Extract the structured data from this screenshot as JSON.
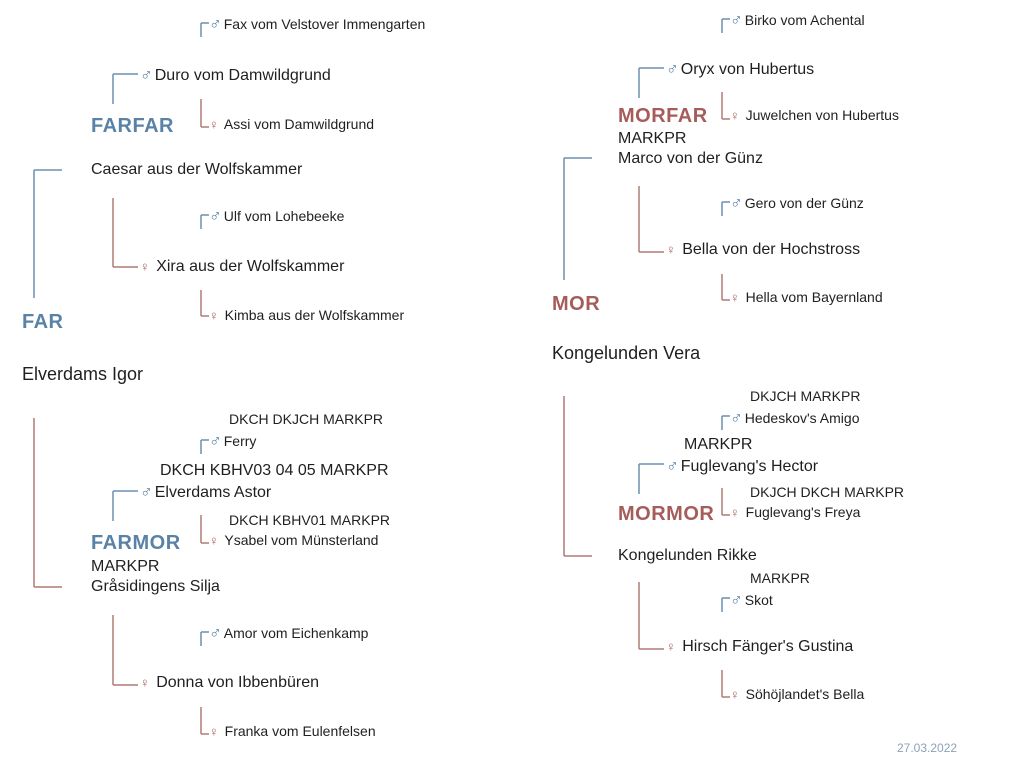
{
  "labels": {
    "far": "FAR",
    "farfar": "FARFAR",
    "farmor": "FARMOR",
    "mor": "MOR",
    "morfar": "MORFAR",
    "mormor": "MORMOR"
  },
  "symbols": {
    "male": "♂",
    "female": "♀"
  },
  "colors": {
    "sire_line": "#6c8fb0",
    "dam_line": "#b07a76",
    "sire_label": "#5a82a6",
    "dam_label": "#a65d5a"
  },
  "far_side": {
    "dog": {
      "name": "Elverdams Igor"
    },
    "far": {
      "name": "Caesar aus der Wolfskammer"
    },
    "farfar": {
      "name": "Duro vom Damwildgrund"
    },
    "farfar_far": {
      "name": "Fax vom Velstover Immengarten"
    },
    "farfar_mor": {
      "name": "Assi vom Damwildgrund"
    },
    "farmor_of_far": {
      "name": "Xira aus der Wolfskammer"
    },
    "xira_far": {
      "name": "Ulf vom Lohebeeke"
    },
    "xira_mor": {
      "name": "Kimba aus der Wolfskammer"
    },
    "farmor": {
      "titles": "MARKPR",
      "name": "Gråsidingens Silja"
    },
    "astor": {
      "titles": "DKCH KBHV03 04 05 MARKPR",
      "name": "Elverdams Astor"
    },
    "ferry": {
      "titles": "DKCH DKJCH MARKPR",
      "name": "Ferry"
    },
    "ysabel": {
      "titles": "DKCH KBHV01 MARKPR",
      "name": "Ysabel vom Münsterland"
    },
    "donna": {
      "name": "Donna von Ibbenbüren"
    },
    "amor": {
      "name": "Amor vom Eichenkamp"
    },
    "franka": {
      "name": "Franka vom Eulenfelsen"
    }
  },
  "mor_side": {
    "dog": {
      "name": "Kongelunden Vera"
    },
    "morfar": {
      "titles": "MARKPR",
      "name": "Marco von der Günz"
    },
    "oryx": {
      "name": "Oryx von Hubertus"
    },
    "birko": {
      "name": "Birko vom Achental"
    },
    "juwelchen": {
      "name": "Juwelchen von Hubertus"
    },
    "bella_h": {
      "name": "Bella von der Hochstross"
    },
    "gero": {
      "name": "Gero von der Günz"
    },
    "hella": {
      "name": "Hella vom Bayernland"
    },
    "mormor": {
      "name": "Kongelunden Rikke"
    },
    "hector": {
      "titles": "MARKPR",
      "name": "Fuglevang's Hector"
    },
    "amigo": {
      "titles": "DKJCH MARKPR",
      "name": "Hedeskov's Amigo"
    },
    "freya": {
      "titles": "DKJCH DKCH MARKPR",
      "name": "Fuglevang's Freya"
    },
    "gustina": {
      "name": "Hirsch Fänger's Gustina"
    },
    "skot": {
      "titles": "MARKPR",
      "name": "Skot"
    },
    "bella_s": {
      "name": "Söhöjlandet's Bella"
    }
  },
  "footer": {
    "date": "27.03.2022"
  }
}
